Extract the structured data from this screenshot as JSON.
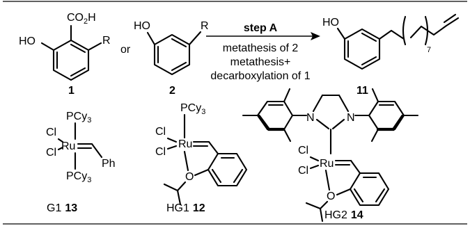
{
  "compounds": {
    "c1": {
      "number": "1",
      "co2h": "CO",
      "co2h_sub": "2",
      "co2h_tail": "H",
      "ho": "HO",
      "r": "R"
    },
    "or": "or",
    "c2": {
      "number": "2",
      "ho": "HO",
      "r": "R"
    },
    "c11": {
      "number": "11",
      "ho": "HO",
      "chain_sub": "7"
    }
  },
  "reaction": {
    "step_label": "step A",
    "line1": "metathesis of 2",
    "line2": "metathesis+",
    "line3": "decarboxylation of 1"
  },
  "catalysts": {
    "g1": {
      "name": "G1",
      "number": "13",
      "ru": "Ru",
      "cl_top": "Cl",
      "cl_bottom": "Cl",
      "pcy3_top": "PCy",
      "pcy3_bottom": "PCy",
      "pcy3_sub": "3",
      "ph": "Ph"
    },
    "hg1": {
      "name": "HG1",
      "number": "12",
      "ru": "Ru",
      "cl_top": "Cl",
      "cl_bottom": "Cl",
      "pcy3": "PCy",
      "pcy3_sub": "3",
      "o": "O"
    },
    "hg2": {
      "name": "HG2",
      "number": "14",
      "ru": "Ru",
      "cl_top": "Cl",
      "cl_bottom": "Cl",
      "n_left": "N",
      "n_right": "N",
      "o": "O"
    }
  }
}
